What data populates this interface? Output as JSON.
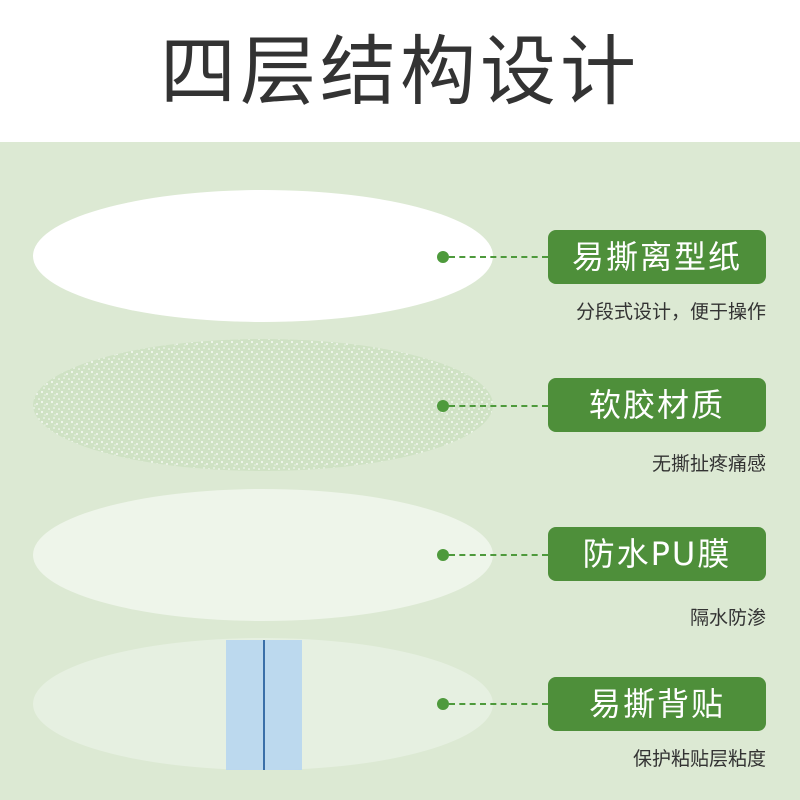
{
  "title": "四层结构设计",
  "layers": [
    {
      "name": "易撕离型纸",
      "desc": "分段式设计，便于操作"
    },
    {
      "name": "软胶材质",
      "desc": "无撕扯疼痛感"
    },
    {
      "name": "防水PU膜",
      "desc": "隔水防渗"
    },
    {
      "name": "易撕背贴",
      "desc": "保护粘贴层粘度"
    }
  ],
  "colors": {
    "accent_green": "#4e8f3a",
    "background_green": "#dce9d3",
    "strip_blue": "#b7d6f0",
    "strip_line": "#3a6fa8"
  }
}
